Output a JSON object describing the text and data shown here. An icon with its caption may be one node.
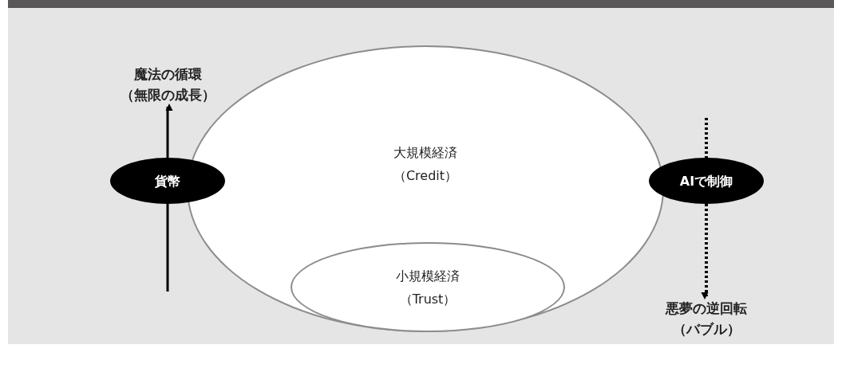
{
  "diagram": {
    "nodes": [
      {
        "text": [
          "大規模経済",
          "（Credit）"
        ]
      },
      {
        "text": [
          "小規模経済",
          "（Trust）"
        ],
        "in": 0
      },
      {
        "text": [
          "貨幣"
        ]
      },
      {
        "text": [
          "AIで制御"
        ]
      },
      {
        "text": [
          "魔法の循環",
          "（無限の成長）"
        ]
      },
      {
        "text": [
          "悪夢の逆回転",
          "（バブル）"
        ]
      }
    ],
    "edges": [
      {
        "from": null,
        "to": 2,
        "arrow": "none"
      },
      {
        "from": 2,
        "to": 4,
        "arrow": "to"
      },
      {
        "from": null,
        "to": 3,
        "arrow": "none",
        "style": "dashed"
      },
      {
        "from": 3,
        "to": 5,
        "arrow": "to",
        "style": "dashed"
      }
    ]
  }
}
